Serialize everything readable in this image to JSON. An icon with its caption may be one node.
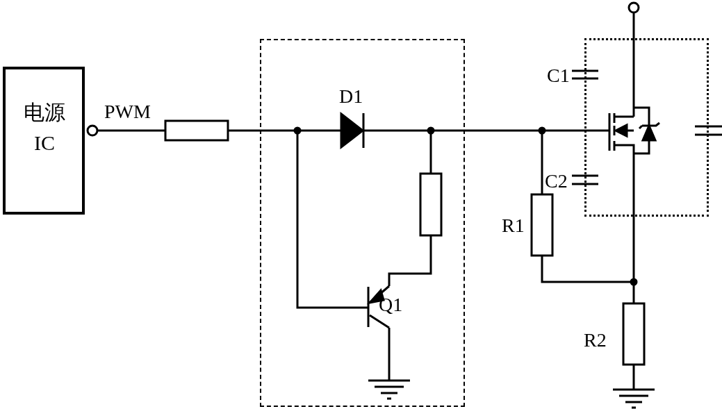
{
  "diagram": {
    "nodes": [
      {
        "text": [
          "电源 IC"
        ]
      },
      {
        "text": [],
        "shape": "box"
      },
      {
        "text": [],
        "shape": "box"
      }
    ],
    "labels": [
      "PWM",
      "D1",
      "Q1",
      "C1",
      "C2",
      "R1",
      "R2"
    ]
  }
}
